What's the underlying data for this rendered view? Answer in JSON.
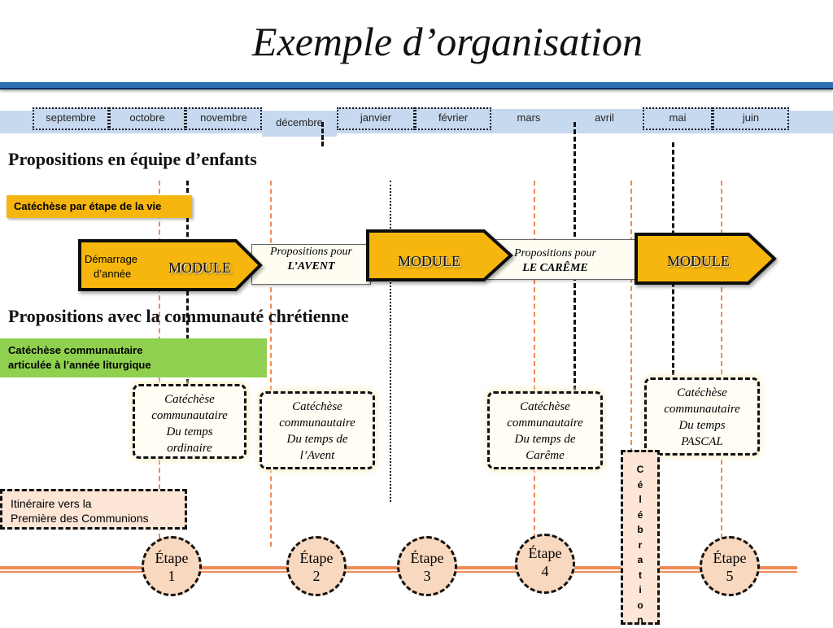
{
  "title": "Exemple d’organisation",
  "months": [
    "septembre",
    "octobre",
    "novembre",
    "décembre",
    "janvier",
    "février",
    "mars",
    "avril",
    "mai",
    "juin"
  ],
  "sections": {
    "children": "Propositions en équipe d’enfants",
    "community": "Propositions avec la communauté chrétienne"
  },
  "labels": {
    "catechese_vie": "Catéchèse par étape de la vie",
    "catechese_comm_line1": "Catéchèse communautaire",
    "catechese_comm_line2": "articulée à l’année liturgique",
    "itineraire_line1": "Itinéraire vers la",
    "itineraire_line2": "Première des Communions"
  },
  "modules": {
    "start_line1": "Démarrage",
    "start_line2": "d’année",
    "module_label": "MODULE",
    "avent_line1": "Propositions pour",
    "avent_line2": "L’AVENT",
    "careme_line1": "Propositions pour",
    "careme_line2": "LE CARÊME"
  },
  "catechese_boxes": [
    [
      "Catéchèse",
      "communautaire",
      "Du temps",
      "ordinaire"
    ],
    [
      "Catéchèse",
      "communautaire",
      "Du temps de",
      "l’Avent"
    ],
    [
      "Catéchèse",
      "communautaire",
      "Du temps de",
      "Carême"
    ],
    [
      "Catéchèse",
      "communautaire",
      "Du temps",
      "PASCAL"
    ]
  ],
  "celebration_letters": [
    "C",
    "é",
    "l",
    "é",
    "b",
    "r",
    "a",
    "t",
    "i",
    "o",
    "n"
  ],
  "etapes": [
    {
      "label": "Étape",
      "num": "1"
    },
    {
      "label": "Étape",
      "num": "2"
    },
    {
      "label": "Étape",
      "num": "3"
    },
    {
      "label": "Étape",
      "num": "4"
    },
    {
      "label": "Étape",
      "num": "5"
    }
  ],
  "colors": {
    "accent_blue": "#2f6fb3",
    "month_band": "#c7d9ef",
    "module_yellow": "#f6b60f",
    "community_green": "#8fd14f",
    "timeline_orange": "#ee8a55",
    "etape_fill": "#f8d8bf"
  }
}
